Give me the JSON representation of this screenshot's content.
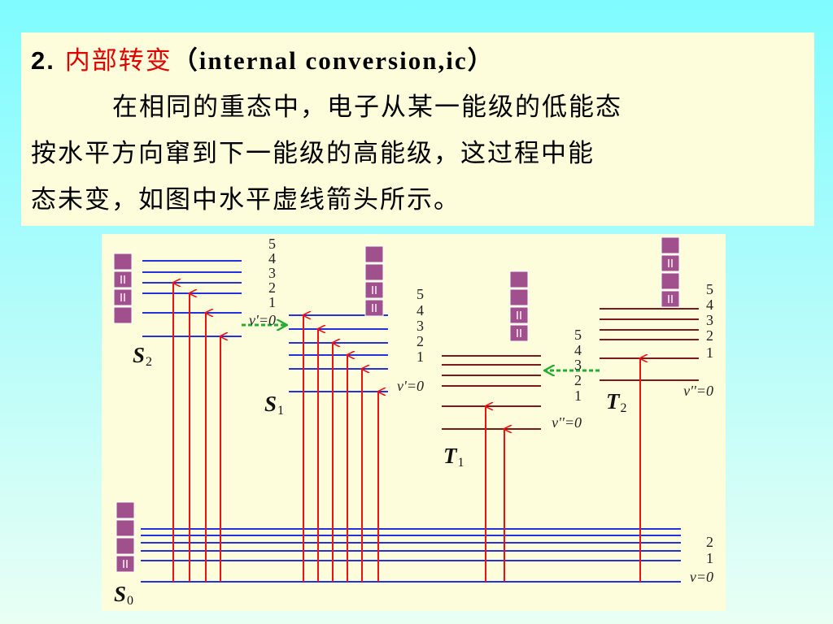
{
  "heading": {
    "number": "2.",
    "term": "内部转变",
    "english": "（internal conversion,ic）"
  },
  "paragraph": {
    "line1": "在相同的重态中，电子从某一能级的低能态",
    "line2": "按水平方向窜到下一能级的高能级，这过程中能",
    "line3": "态未变，如图中水平虚线箭头所示。"
  },
  "diagram": {
    "states": [
      {
        "symbol": "S",
        "sub": "2",
        "levels": [
          "5",
          "4",
          "3",
          "2",
          "1",
          "v'=0"
        ]
      },
      {
        "symbol": "S",
        "sub": "1",
        "levels": [
          "5",
          "4",
          "3",
          "2",
          "1",
          "v'=0"
        ]
      },
      {
        "symbol": "T",
        "sub": "1",
        "levels": [
          "5",
          "4",
          "3",
          "2",
          "1",
          "v''=0"
        ]
      },
      {
        "symbol": "T",
        "sub": "2",
        "levels": [
          "5",
          "4",
          "3",
          "2",
          "1",
          "v''=0"
        ]
      },
      {
        "symbol": "S",
        "sub": "0",
        "levels": [
          "2",
          "1",
          "v=0"
        ]
      }
    ],
    "colors": {
      "singlet": "#2233dd",
      "triplet": "#7a1a1a",
      "absorption": "#ee1111",
      "internal_conversion": "#22aa33",
      "spin_box": "#a0508c"
    }
  }
}
